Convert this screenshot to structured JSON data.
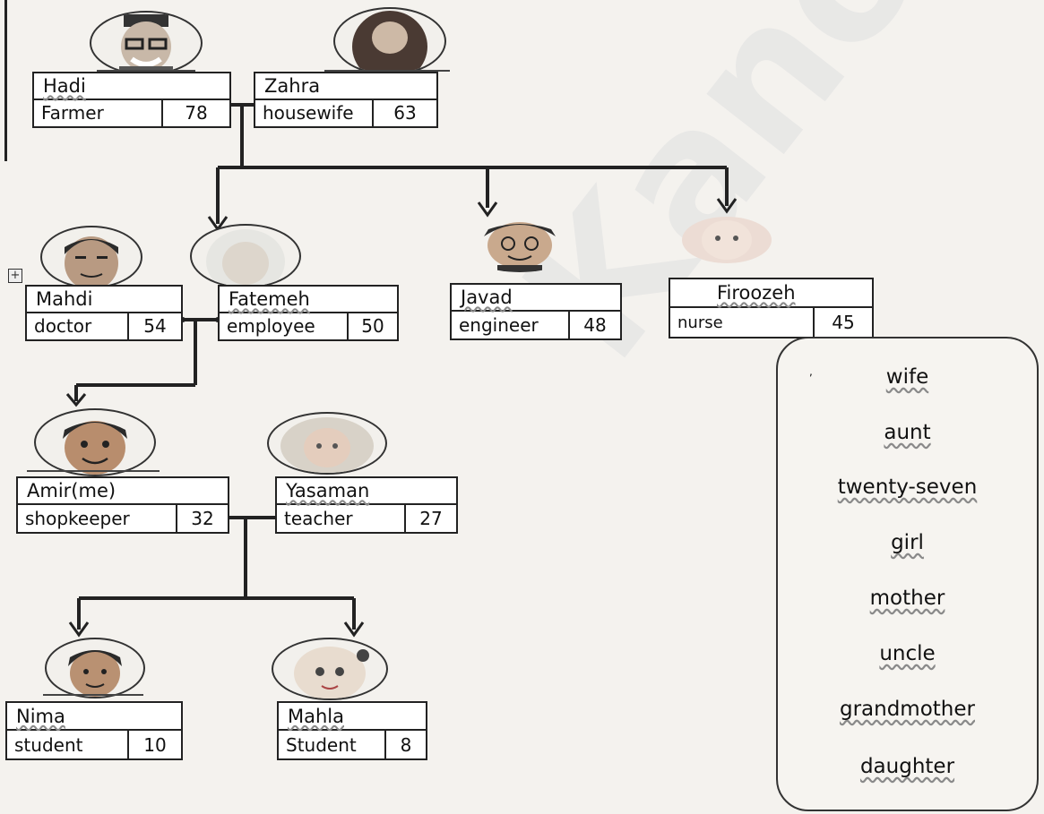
{
  "people": {
    "hadi": {
      "name": "Hadi",
      "job": "Farmer",
      "age": "78"
    },
    "zahra": {
      "name": "Zahra",
      "job": "housewife",
      "age": "63"
    },
    "mahdi": {
      "name": "Mahdi",
      "job": "doctor",
      "age": "54"
    },
    "fatemeh": {
      "name": "Fatemeh",
      "job": "employee",
      "age": "50"
    },
    "javad": {
      "name": "Javad",
      "job": "engineer",
      "age": "48"
    },
    "firoozeh": {
      "name": "Firoozeh",
      "job": "nurse",
      "age": "45"
    },
    "amir": {
      "name": "Amir(me)",
      "job": "shopkeeper",
      "age": "32"
    },
    "yasaman": {
      "name": "Yasaman",
      "job": "teacher",
      "age": "27"
    },
    "nima": {
      "name": "Nima",
      "job": "student",
      "age": "10"
    },
    "mahla": {
      "name": "Mahla",
      "job": "Student",
      "age": "8"
    }
  },
  "word_bank": [
    "wife",
    "aunt",
    "twenty-seven",
    "girl",
    "mother",
    "uncle",
    "grandmother",
    "daughter"
  ],
  "icons": {
    "expand": "plus-icon"
  },
  "colors": {
    "ink": "#222222",
    "paper": "#f4f2ee",
    "watermark": "#e4e4e4"
  }
}
